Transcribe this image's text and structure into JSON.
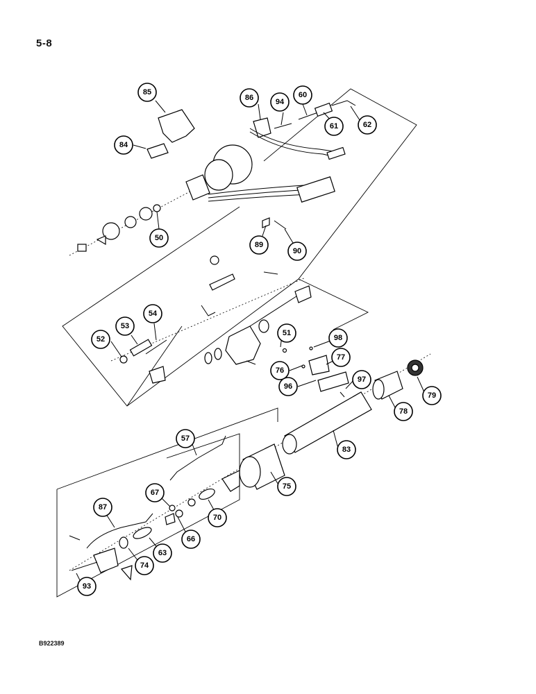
{
  "page": {
    "number": "5-8",
    "figure_code": "B922389"
  },
  "callouts": [
    "85",
    "84",
    "86",
    "94",
    "60",
    "61",
    "62",
    "50",
    "89",
    "90",
    "54",
    "53",
    "52",
    "51",
    "98",
    "76",
    "77",
    "96",
    "97",
    "79",
    "78",
    "83",
    "57",
    "75",
    "67",
    "70",
    "66",
    "87",
    "63",
    "74",
    "93"
  ]
}
